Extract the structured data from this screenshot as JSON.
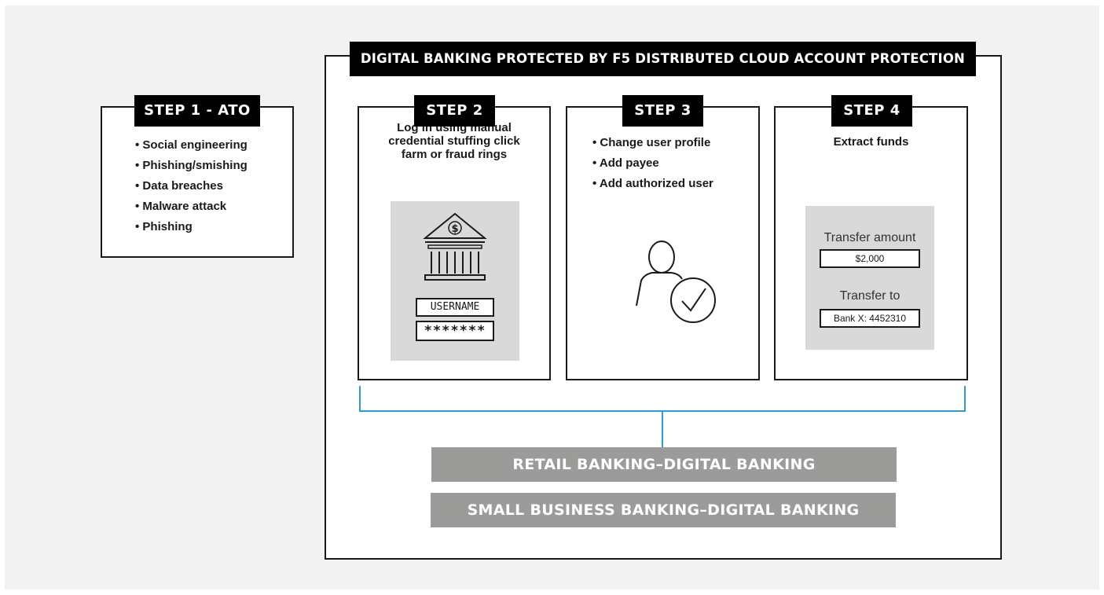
{
  "step1": {
    "title": "STEP 1 - ATO",
    "items": [
      "Social engineering",
      "Phishing/smishing",
      "Data breaches",
      "Malware attack",
      "Phishing"
    ]
  },
  "main": {
    "title": "DIGITAL BANKING PROTECTED BY F5 DISTRIBUTED CLOUD ACCOUNT PROTECTION"
  },
  "step2": {
    "title": "STEP 2",
    "desc": [
      "Log in using manual",
      "credential stuffing click",
      "farm or fraud rings"
    ],
    "icon": "bank-icon",
    "username": "USERNAME",
    "password": "*******"
  },
  "step3": {
    "title": "STEP 3",
    "items": [
      "Change user profile",
      "Add payee",
      "Add authorized user"
    ],
    "icon": "user-check-icon"
  },
  "step4": {
    "title": "STEP 4",
    "desc": "Extract funds",
    "amount_label": "Transfer amount",
    "amount_value": "$2,000",
    "to_label": "Transfer to",
    "to_value": "Bank X: 4452310"
  },
  "bars": [
    "RETAIL BANKING–DIGITAL BANKING",
    "SMALL BUSINESS BANKING–DIGITAL BANKING"
  ],
  "colors": {
    "connector": "#2f9bd6",
    "bar": "#9b9b99",
    "panel": "#d9d9d9",
    "tag": "#000000",
    "background": "#f2f2f2"
  }
}
